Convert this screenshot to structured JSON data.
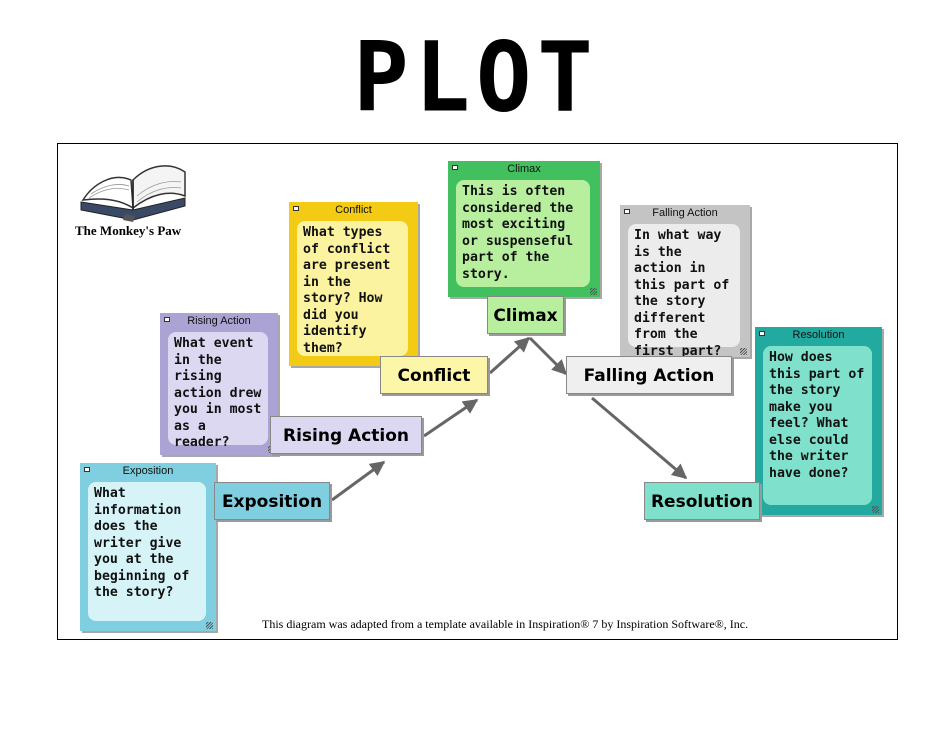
{
  "page_title": "PLOT",
  "story_caption": "The Monkey's Paw",
  "footer_note": "This diagram was adapted from a template available in Inspiration® 7 by Inspiration Software®, Inc.",
  "stages": {
    "exposition": {
      "label": "Exposition",
      "card_header": "Exposition",
      "question": "What information does the writer give you at the beginning of the story?",
      "outer_color": "#7fcfe0",
      "inner_color": "#d6f4f8",
      "label_color": "#7fcfe0"
    },
    "rising_action": {
      "label": "Rising Action",
      "card_header": "Rising Action",
      "question": "What event in the rising action drew you in most as a reader?",
      "outer_color": "#aba3d3",
      "inner_color": "#ddd8f2",
      "label_color": "#ddd8f2"
    },
    "conflict": {
      "label": "Conflict",
      "card_header": "Conflict",
      "question": "What types of conflict are present in the story? How did you identify them?",
      "outer_color": "#f4cb14",
      "inner_color": "#fcf3a0",
      "label_color": "#fbf6a8"
    },
    "climax": {
      "label": "Climax",
      "card_header": "Climax",
      "question": "This is often considered the most exciting or suspenseful part of the story.",
      "outer_color": "#42c05f",
      "inner_color": "#b8ef9e",
      "label_color": "#b8ef9e"
    },
    "falling_action": {
      "label": "Falling Action",
      "card_header": "Falling Action",
      "question": "In what way is the action in this part of the story different from the first part?",
      "outer_color": "#c4c4c4",
      "inner_color": "#ececec",
      "label_color": "#efefef"
    },
    "resolution": {
      "label": "Resolution",
      "card_header": "Resolution",
      "question": "How does this part of the story make you feel? What else could the writer have done?",
      "outer_color": "#22aaa0",
      "inner_color": "#7fe1cc",
      "label_color": "#7fe1cc"
    }
  },
  "arrow_color": "#666666"
}
